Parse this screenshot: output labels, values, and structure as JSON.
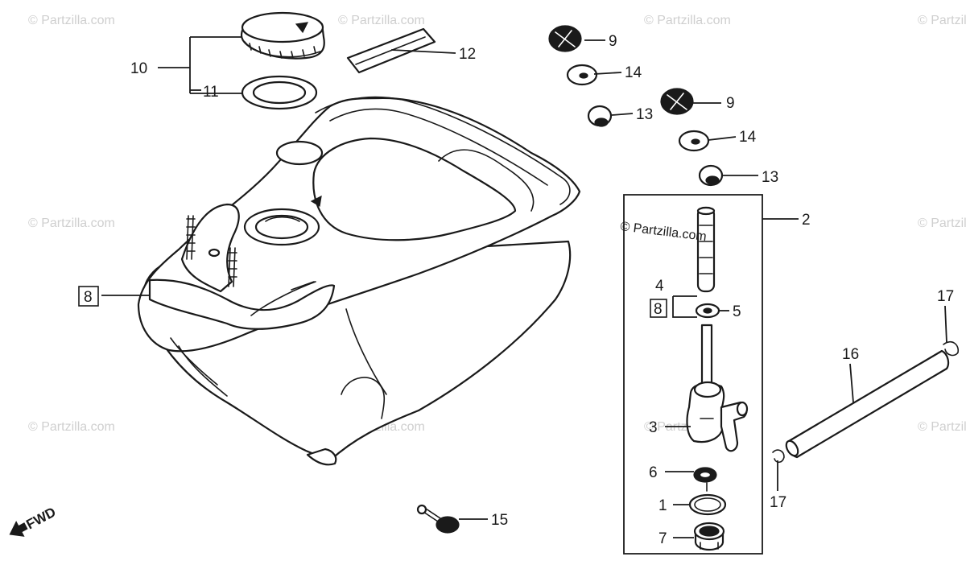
{
  "watermark": "© Partzilla.com",
  "inline_watermark": "© Partzilla.com",
  "fwd_label": "FWD",
  "callouts": {
    "p1": "1",
    "p2": "2",
    "p3": "3",
    "p4": "4",
    "p5": "5",
    "p6": "6",
    "p7": "7",
    "p8_tank": "8",
    "p8_strainer": "8",
    "p9_a": "9",
    "p9_b": "9",
    "p10": "10",
    "p11": "11",
    "p12": "12",
    "p13_a": "13",
    "p13_b": "13",
    "p14_a": "14",
    "p14_b": "14",
    "p15": "15",
    "p16": "16",
    "p17_top": "17",
    "p17_bottom": "17"
  },
  "colors": {
    "ink": "#1a1a1a",
    "paper": "#ffffff",
    "watermark": "#cfcfcf"
  }
}
